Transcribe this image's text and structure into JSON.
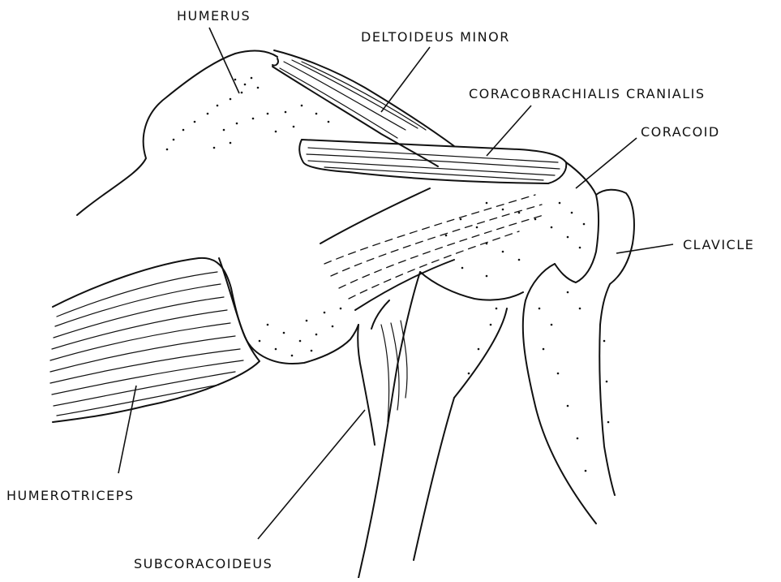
{
  "labels": {
    "humerus": "HUMERUS",
    "deltoideus_minor": "DELTOIDEUS MINOR",
    "coracobrachialis_cranialis": "CORACOBRACHIALIS CRANIALIS",
    "coracoid": "CORACOID",
    "clavicle": "CLAVICLE",
    "humerotriceps": "HUMEROTRICEPS",
    "subcoracoideus": "SUBCORACOIDEUS"
  },
  "colors": {
    "ink": "#111111",
    "background": "#ffffff"
  }
}
